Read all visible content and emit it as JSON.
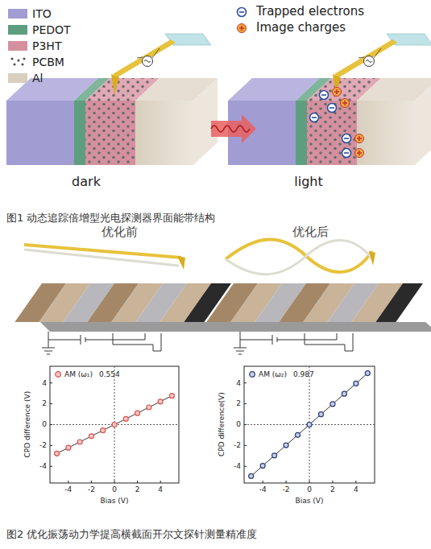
{
  "diagram": {
    "labels": [
      "dark",
      "light",
      "图1 动态追踪倍增型光电探测器界面能带结构",
      "优化前",
      "优化后",
      "0.554",
      "CPD difference (V)",
      "Bias (V)",
      "4",
      "2",
      "0",
      "-2",
      "-4",
      "-4",
      "-2",
      "0",
      "2",
      "4",
      "0.987",
      "CPD difference(V)",
      "Bias (V)",
      "4",
      "2",
      "0",
      "-2",
      "-4",
      "-4",
      "-2",
      "0",
      "2",
      "4",
      "图2 优化振荡动力学提高横截面开尔文探针测量精准度"
    ],
    "legend": [
      {
        "text": "ITO",
        "color": "#a19dd3"
      },
      {
        "text": "PEDOT",
        "color": "#5e9e80"
      },
      {
        "text": "P3HT",
        "color": "#d4909f"
      },
      {
        "text": "PCBM"
      },
      {
        "text": "Al",
        "color": "#d9cfbf"
      },
      {
        "text": "Trapped electrons"
      },
      {
        "text": "Image charges"
      },
      {
        "text": "AM (ω₁)"
      },
      {
        "text": "AM (ω₂)"
      }
    ]
  }
}
